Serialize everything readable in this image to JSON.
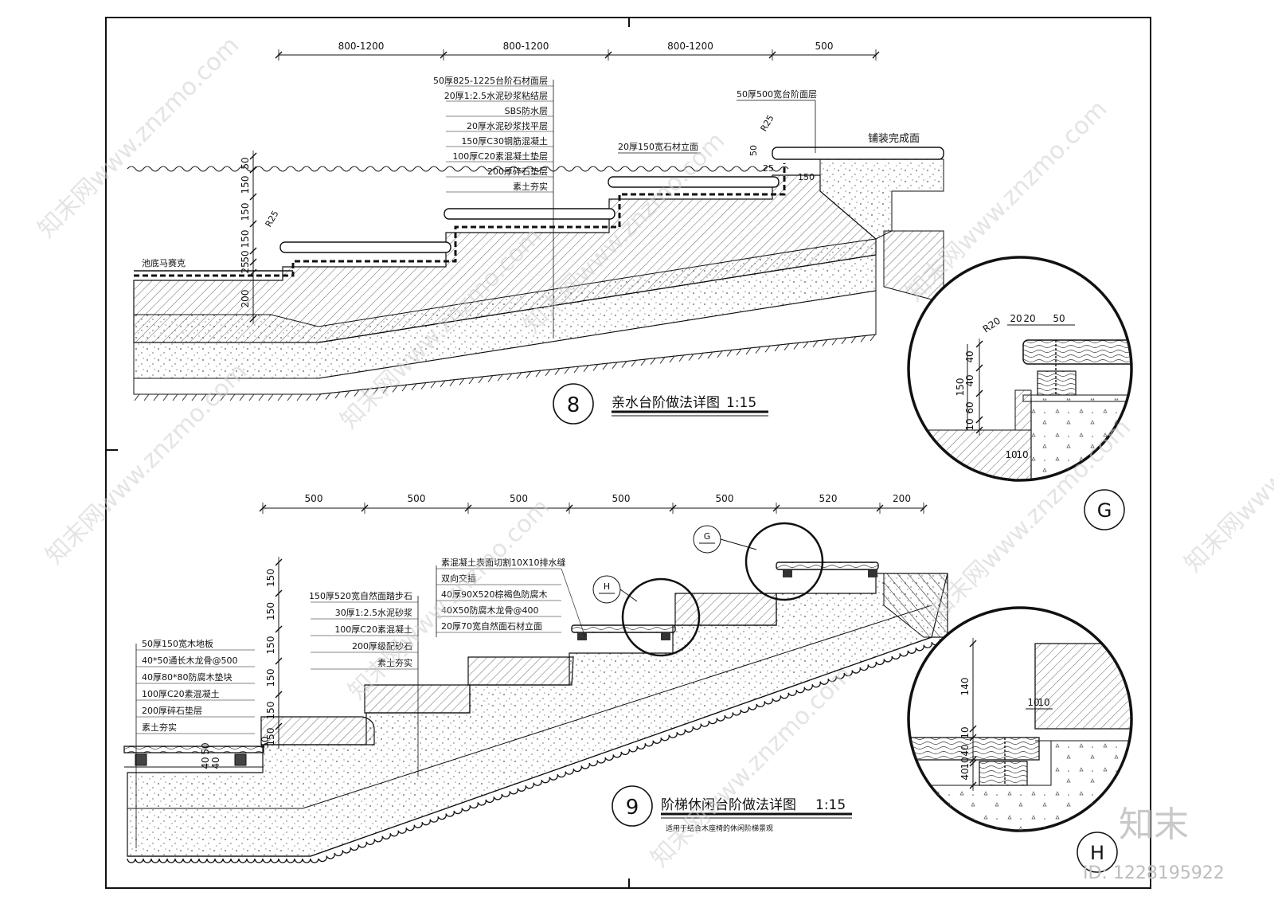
{
  "watermark": {
    "site": "知末网www.znzmo.com",
    "brand": "知末",
    "id": "ID: 1228195922"
  },
  "detail8": {
    "number": "8",
    "title": "亲水台阶做法详图",
    "scale": "1:15",
    "top_dims": [
      "800-1200",
      "800-1200",
      "800-1200",
      "500"
    ],
    "layers": [
      "50厚825-1225台阶石材面层",
      "20厚1:2.5水泥砂浆粘结层",
      "SBS防水层",
      "20厚水泥砂浆找平层",
      "150厚C30钢筋混凝土",
      "100厚C20素混凝土垫层",
      "200厚碎石垫层",
      "素土夯实"
    ],
    "right_layer": "50厚500宽台阶面层",
    "riser_note": "20厚150宽石材立面",
    "finish_label": "铺装完成面",
    "pool_label": "池底马赛克",
    "radius": "R25",
    "vdims": [
      "50",
      "150",
      "150",
      "150",
      "50",
      "25",
      "200"
    ],
    "dim_150": "150",
    "dim_50": "50",
    "dim_25": "25"
  },
  "detail9": {
    "number": "9",
    "title": "阶梯休闲台阶做法详图",
    "scale": "1:15",
    "subtitle": "适用于结合木座椅的休闲阶梯景观",
    "top_dims": [
      "500",
      "500",
      "500",
      "500",
      "500",
      "520",
      "200"
    ],
    "vdims": [
      "150",
      "150",
      "150",
      "150",
      "150"
    ],
    "left_layers": [
      "50厚150宽木地板",
      "40*50通长木龙骨@500",
      "40厚80*80防腐木垫块",
      "100厚C20素混凝土",
      "200厚碎石垫层",
      "素土夯实"
    ],
    "mid_layers": [
      "150厚520宽自然面踏步石",
      "30厚1:2.5水泥砂浆",
      "100厚C20素混凝土",
      "200厚级配砂石",
      "素土夯实"
    ],
    "wood_layers": [
      "素混凝土表面切割10X10排水缝",
      "双向交插",
      "40厚90X520棕褐色防腐木",
      "40X50防腐木龙骨@400",
      "20厚70宽自然面石材立面"
    ],
    "left_dims": [
      "50",
      "40",
      "40",
      "50"
    ],
    "callout_g": "G",
    "callout_h": "H"
  },
  "detailG": {
    "label": "G",
    "radius": "R20",
    "top": [
      "20",
      "20",
      "50"
    ],
    "v": [
      "40",
      "40",
      "60",
      "10"
    ],
    "total": "150",
    "bottom": [
      "10",
      "10"
    ]
  },
  "detailH": {
    "label": "H",
    "v": [
      "140",
      "10",
      "40",
      "10",
      "40"
    ],
    "top": [
      "10",
      "10"
    ]
  }
}
